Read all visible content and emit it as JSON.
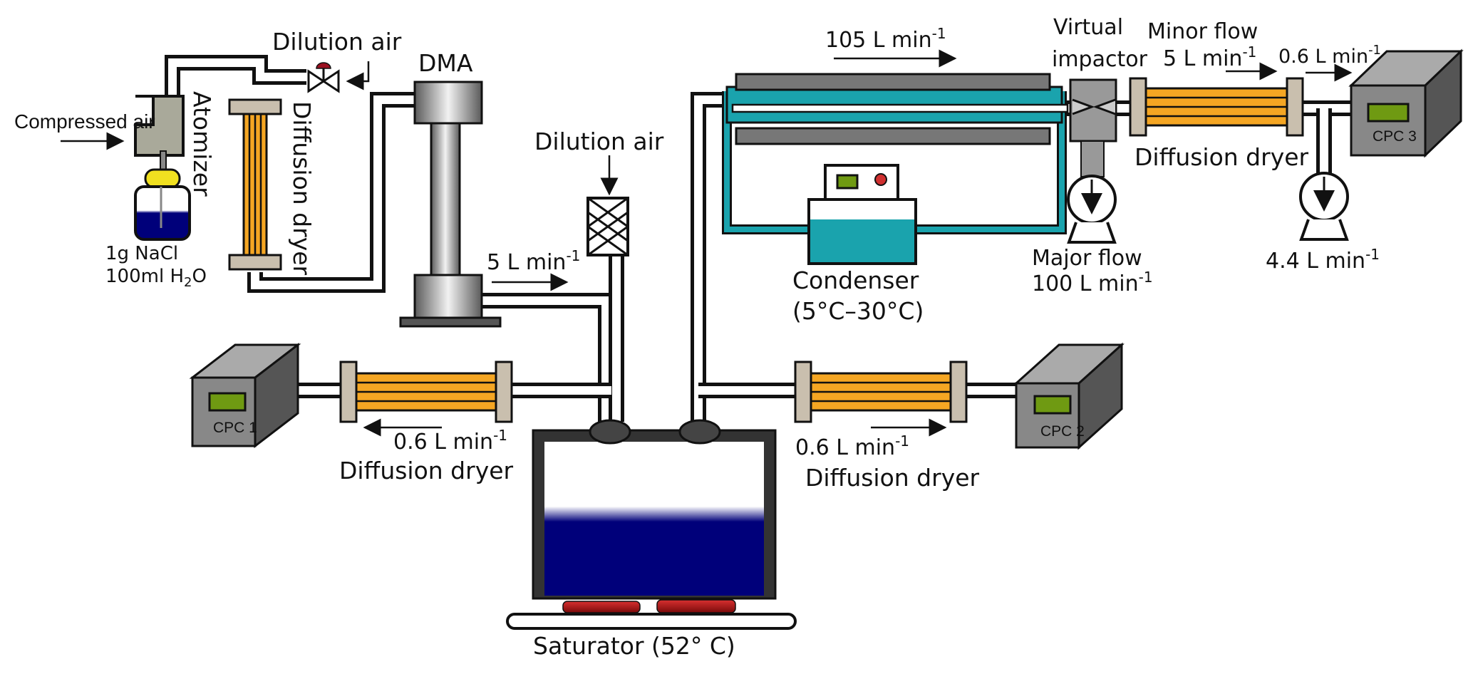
{
  "labels": {
    "compressed_air": "Compressed air",
    "atomizer": "Atomizer",
    "salt_1": "1g NaCl",
    "salt_2": "100ml H",
    "salt_2_sub": "2",
    "salt_2_tail": "O",
    "dilution_air_top": "Dilution air",
    "diffusion_dryer_vertical": "Diffusion dryer",
    "dma": "DMA",
    "dilution_air_mid": "Dilution air",
    "flow_5": "5 L min",
    "flow_105": "105 L min",
    "virtual_impactor_1": "Virtual",
    "virtual_impactor_2": "impactor",
    "minor_flow_1": "Minor flow",
    "minor_flow_2": "5 L min",
    "flow_06_cpc3": "0.6 L min",
    "diffusion_dryer_top_right": "Diffusion dryer",
    "major_flow_1": "Major flow",
    "major_flow_2": "100 L min",
    "flow_44": "4.4 L min",
    "condenser_1": "Condenser",
    "condenser_2": "(5°C–30°C)",
    "flow_06_cpc1": "0.6 L min",
    "diffusion_dryer_left": "Diffusion dryer",
    "flow_06_cpc2": "0.6 L min",
    "diffusion_dryer_right": "Diffusion dryer",
    "saturator": "Saturator (52° C)",
    "exp_minus1": "-1"
  },
  "cpc": {
    "cpc1": "CPC 1",
    "cpc2": "CPC 2",
    "cpc3": "CPC 3"
  },
  "colors": {
    "dryer_orange": "#f5a623",
    "condenser_teal": "#1aa3ad",
    "saturator_liquid": "#00007a",
    "cpc_display": "#6f9a12",
    "heater_red": "#b01818",
    "atomizer_body": "#a9a99a",
    "atomizer_cap": "#f0e020"
  },
  "icons": [
    "valve-icon",
    "pump-icon",
    "filter-icon"
  ]
}
